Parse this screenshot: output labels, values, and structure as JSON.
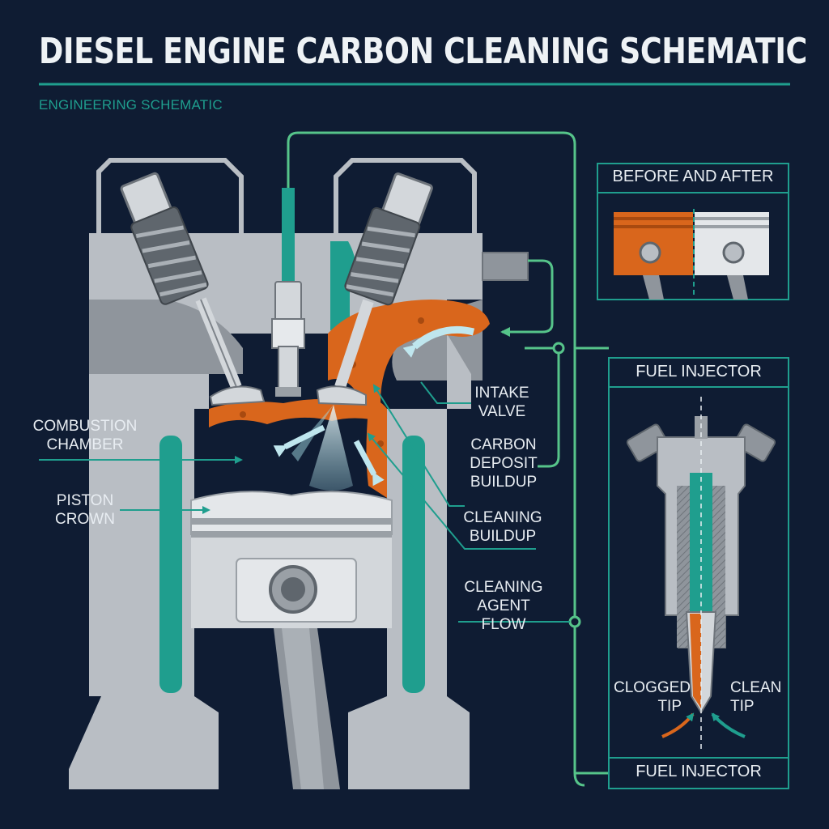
{
  "header": {
    "title": "DIESEL ENGINE CARBON CLEANING SCHEMATIC",
    "subtitle": "ENGINEERING SCHEMATIC"
  },
  "labels": {
    "combustion_chamber": "COMBUSTION\nCHAMBER",
    "piston_crown": "PISTON\nCROWN",
    "intake_valve": "INTAKE\nVALVE",
    "carbon_deposit": "CARBON\nDEPOSIT\nBUILDUP",
    "cleaning_buildup": "CLEANING\nBUILDUP",
    "cleaning_agent_flow": "CLEANING\nAGENT FLOW"
  },
  "panels": {
    "before_after": {
      "title": "BEFORE AND AFTER"
    },
    "injector": {
      "title": "FUEL INJECTOR",
      "footer": "FUEL INJECTOR",
      "clogged_label": "CLOGGED\nTIP",
      "clean_label": "CLEAN\nTIP"
    }
  },
  "colors": {
    "background": "#0f1c33",
    "metal": "#b9bec4",
    "carbon": "#d9661c",
    "coolant": "#1f9e8e",
    "flow_line": "#56c48a"
  }
}
